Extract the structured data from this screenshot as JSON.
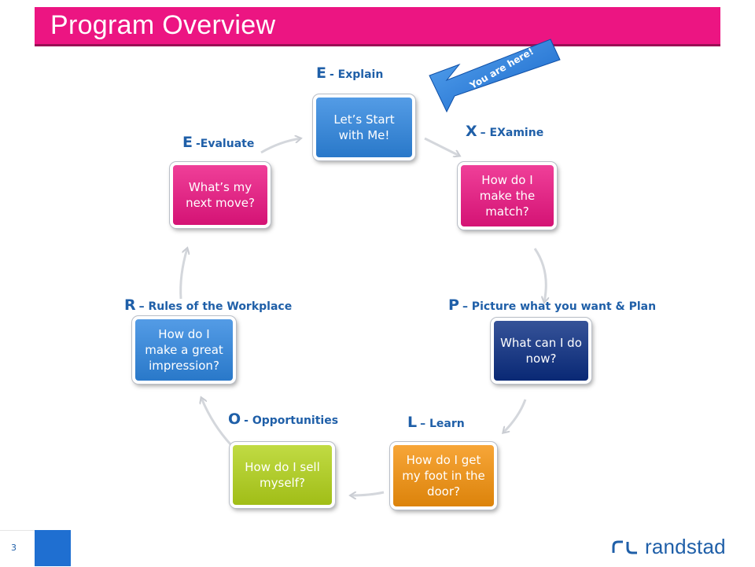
{
  "slide": {
    "title": "Program Overview",
    "page_number": "3",
    "logo_text": "randstad"
  },
  "callout": {
    "text": "You are here!"
  },
  "nodes": [
    {
      "text": "Let’s Start with Me!",
      "color": "#2e86e0"
    },
    {
      "text": "How do I make the match?",
      "color": "#ec1582"
    },
    {
      "text": "What can I do now?",
      "color": "#0a2d82"
    },
    {
      "text": "How do I get my foot in the door?",
      "color": "#f5920c"
    },
    {
      "text": "How do I sell myself?",
      "color": "#b3d31a"
    },
    {
      "text": "How do I make a great impression?",
      "color": "#2e86e0"
    },
    {
      "text": "What’s my next move?",
      "color": "#ec1582"
    }
  ],
  "labels": [
    {
      "letter": "E",
      "text": "- Explain"
    },
    {
      "letter": "X",
      "text": "– EXamine"
    },
    {
      "letter": "P",
      "text": "– Picture what you want & Plan"
    },
    {
      "letter": "L",
      "text": "– Learn"
    },
    {
      "letter": "O",
      "text": "- Opportunities"
    },
    {
      "letter": "R",
      "text": "– Rules of the Workplace"
    },
    {
      "letter": "E",
      "text": "-Evaluate"
    }
  ],
  "colors": {
    "brand_pink": "#ec1582",
    "brand_blue": "#1f6fd1",
    "label_blue": "#1f5fa8"
  }
}
